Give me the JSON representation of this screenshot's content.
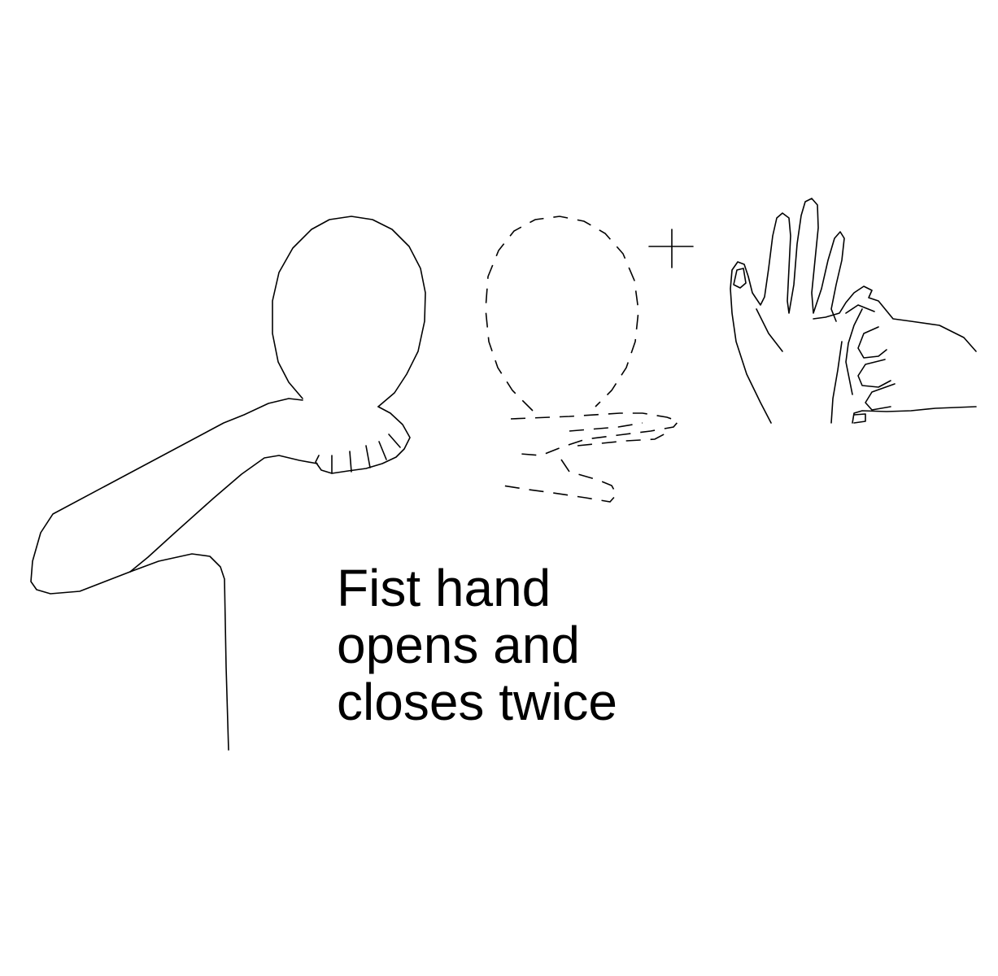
{
  "caption": {
    "lines": [
      "Fist hand",
      "opens and",
      "closes twice"
    ]
  },
  "repeat_marker": "+",
  "colors": {
    "background": "#ffffff",
    "line": "#000000"
  }
}
